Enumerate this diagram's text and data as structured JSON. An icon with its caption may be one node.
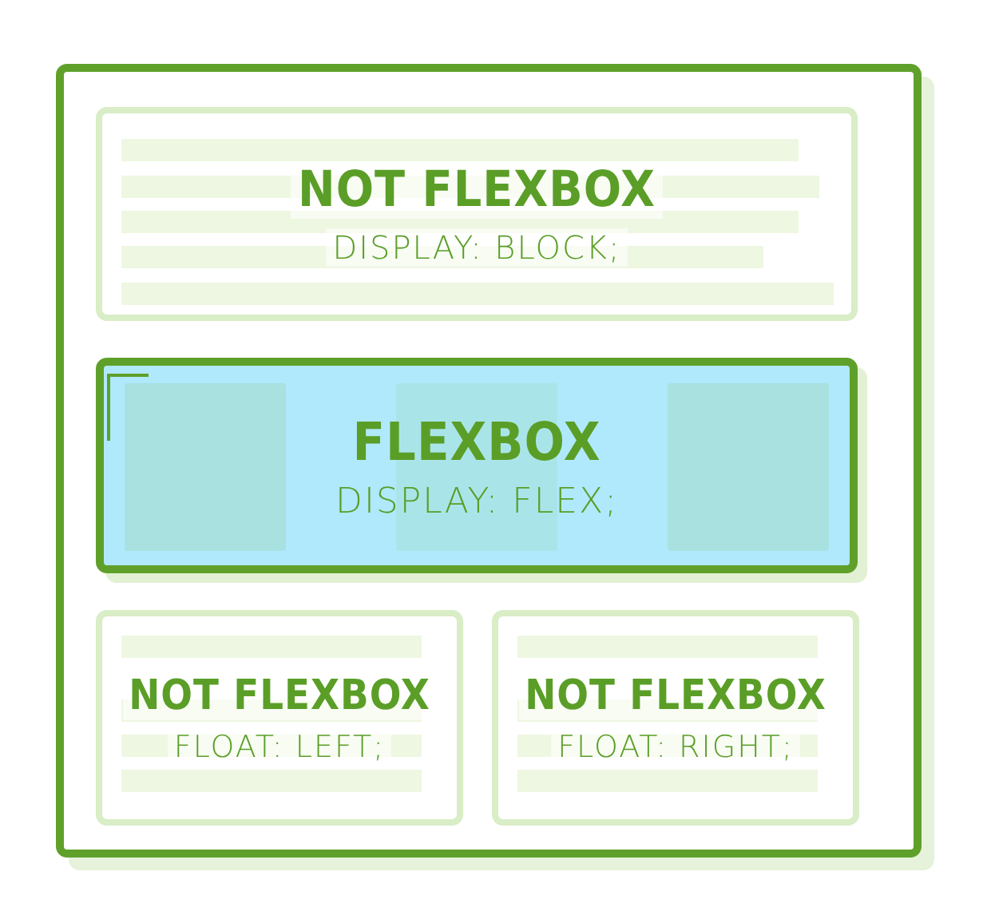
{
  "diagram": {
    "nodes": [
      {
        "text": [],
        "shape": "box"
      },
      {
        "text": [
          "NOT FLEXBOX",
          "DISPLAY: BLOCK;"
        ],
        "in": 0
      },
      {
        "text": [
          "FLEXBOX",
          "DISPLAY: FLEX;"
        ],
        "in": 0
      },
      {
        "text": [
          "NOT FLEXBOX",
          "FLOAT: LEFT;"
        ],
        "in": 0
      },
      {
        "text": [
          "NOT FLEXBOX",
          "FLOAT: RIGHT;"
        ],
        "in": 0
      }
    ]
  }
}
